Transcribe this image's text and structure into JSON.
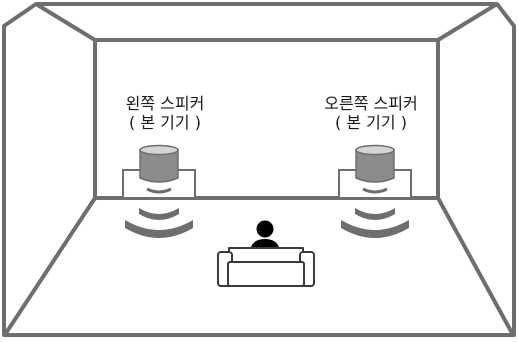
{
  "labels": {
    "left_speaker": {
      "line1": "왼쪽 스피커",
      "line2": "( 본 기기 )"
    },
    "right_speaker": {
      "line1": "오른쪽 스피커",
      "line2": "( 본 기기 )"
    }
  },
  "colors": {
    "line": "#6e6e6e",
    "speaker_top": "#8c8c8c",
    "wave": "#6e6e6e",
    "listener": "#000000"
  },
  "icons": {
    "left_speaker": "speaker-icon",
    "right_speaker": "speaker-icon",
    "listener": "person-icon",
    "sofa": "sofa-icon"
  }
}
